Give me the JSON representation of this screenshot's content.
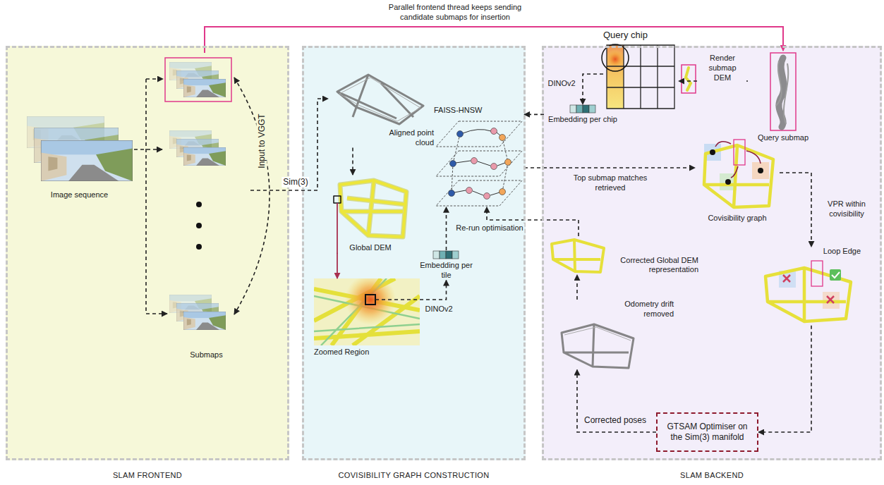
{
  "diagram": {
    "nodes": [
      {
        "text": [
          "SLAM FRONTEND"
        ]
      },
      {
        "text": [
          "Image sequence"
        ],
        "in": 0
      },
      {
        "text": [
          "Submaps"
        ],
        "in": 0
      },
      {
        "text": [
          "COVISIBILITY GRAPH CONSTRUCTION"
        ]
      },
      {
        "text": [
          "Aligned point cloud"
        ],
        "in": 3
      },
      {
        "text": [
          "Global DEM"
        ],
        "in": 3
      },
      {
        "text": [
          "Zoomed Region"
        ],
        "in": 3
      },
      {
        "text": [
          "Embedding per tile"
        ],
        "in": 3
      },
      {
        "text": [
          "FAISS-HNSW"
        ],
        "in": 3
      },
      {
        "text": [
          "SLAM BACKEND"
        ]
      },
      {
        "text": [
          "Query chip"
        ],
        "in": 9
      },
      {
        "text": [
          "Embedding per chip"
        ],
        "in": 9
      },
      {
        "text": [
          "Query submap"
        ],
        "in": 9
      },
      {
        "text": [
          "Covisibility graph"
        ],
        "in": 9
      },
      {
        "text": [
          "Loop Edge"
        ],
        "in": 9
      },
      {
        "text": [
          "Corrected Global DEM representation"
        ],
        "in": 9
      },
      {
        "text": [
          "Odometry drift removed"
        ],
        "in": 9
      },
      {
        "text": [
          "GTSAM Optimiser on the Sim(3) manifold"
        ],
        "in": 9
      }
    ],
    "edges": [
      {
        "from": 1,
        "to": 2,
        "arrow": "to"
      },
      {
        "from": 2,
        "to": 12,
        "label": "Parallel frontend thread keeps sending candidate submaps for insertion",
        "arrow": "to"
      },
      {
        "from": 2,
        "to": 4,
        "label": "Sim(3)",
        "arrow": "to"
      },
      {
        "from": 4,
        "to": 5,
        "arrow": "to"
      },
      {
        "from": 5,
        "to": 6,
        "arrow": "to"
      },
      {
        "from": 6,
        "to": 7,
        "arrow": "to"
      },
      {
        "from": 7,
        "to": 8,
        "arrow": "to"
      },
      {
        "from": 12,
        "to": 10,
        "label": "Render submap DEM",
        "arrow": "to"
      },
      {
        "from": 10,
        "to": 11,
        "label": "DINOv2",
        "arrow": "to"
      },
      {
        "from": 11,
        "to": 8,
        "arrow": "to"
      },
      {
        "from": 8,
        "to": 13,
        "label": "Top submap matches retrieved",
        "arrow": "to"
      },
      {
        "from": 13,
        "to": 14,
        "label": "VPR within covisibility",
        "arrow": "to"
      },
      {
        "from": 14,
        "to": 17,
        "arrow": "to"
      },
      {
        "from": 17,
        "to": 16,
        "label": "Corrected poses",
        "arrow": "to"
      },
      {
        "from": 16,
        "to": 15,
        "arrow": "to"
      },
      {
        "from": 15,
        "to": 8,
        "label": "Re-run optimisation",
        "arrow": "to"
      }
    ],
    "labels": [
      "Input to VGGT",
      "DINOv2"
    ]
  }
}
